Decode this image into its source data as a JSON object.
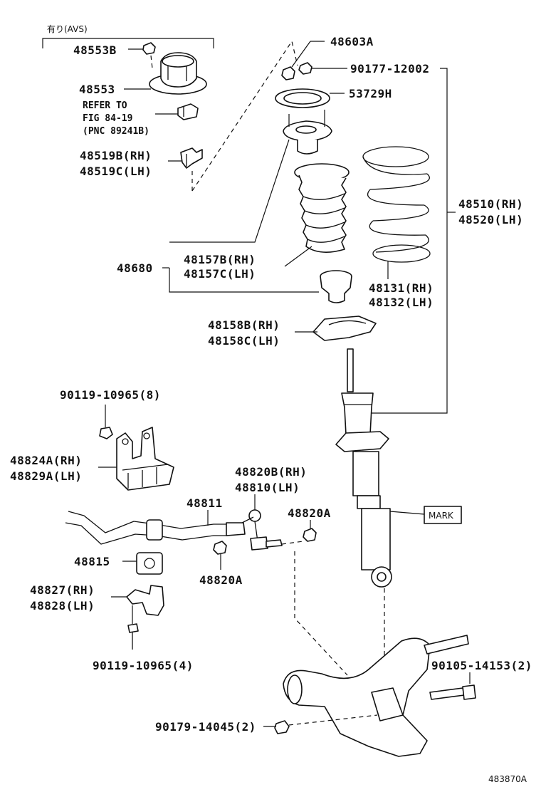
{
  "header": {
    "avs_note": "有り(AVS)"
  },
  "labels": {
    "p48553B": "48553B",
    "p48553": "48553",
    "refer1": "REFER TO",
    "refer2": "FIG 84-19",
    "refer3": "(PNC 89241B)",
    "p48519B": "48519B(RH)",
    "p48519C": "48519C(LH)",
    "p48603A": "48603A",
    "p9017712002": "90177-12002",
    "p53729H": "53729H",
    "p48510": "48510(RH)",
    "p48520": "48520(LH)",
    "p48680": "48680",
    "p48157B": "48157B(RH)",
    "p48157C": "48157C(LH)",
    "p48131": "48131(RH)",
    "p48132": "48132(LH)",
    "p48158B": "48158B(RH)",
    "p48158C": "48158C(LH)",
    "p9011910965_8": "90119-10965(8)",
    "p48824A": "48824A(RH)",
    "p48829A": "48829A(LH)",
    "p48820B": "48820B(RH)",
    "p48810": "48810(LH)",
    "p48811": "48811",
    "p48820A_top": "48820A",
    "p48815": "48815",
    "p48820A_bot": "48820A",
    "mark": "MARK",
    "p48827": "48827(RH)",
    "p48828": "48828(LH)",
    "p9011910965_4": "90119-10965(4)",
    "p9010514153": "90105-14153(2)",
    "p9017914045": "90179-14045(2)",
    "figure_id": "483870A"
  }
}
